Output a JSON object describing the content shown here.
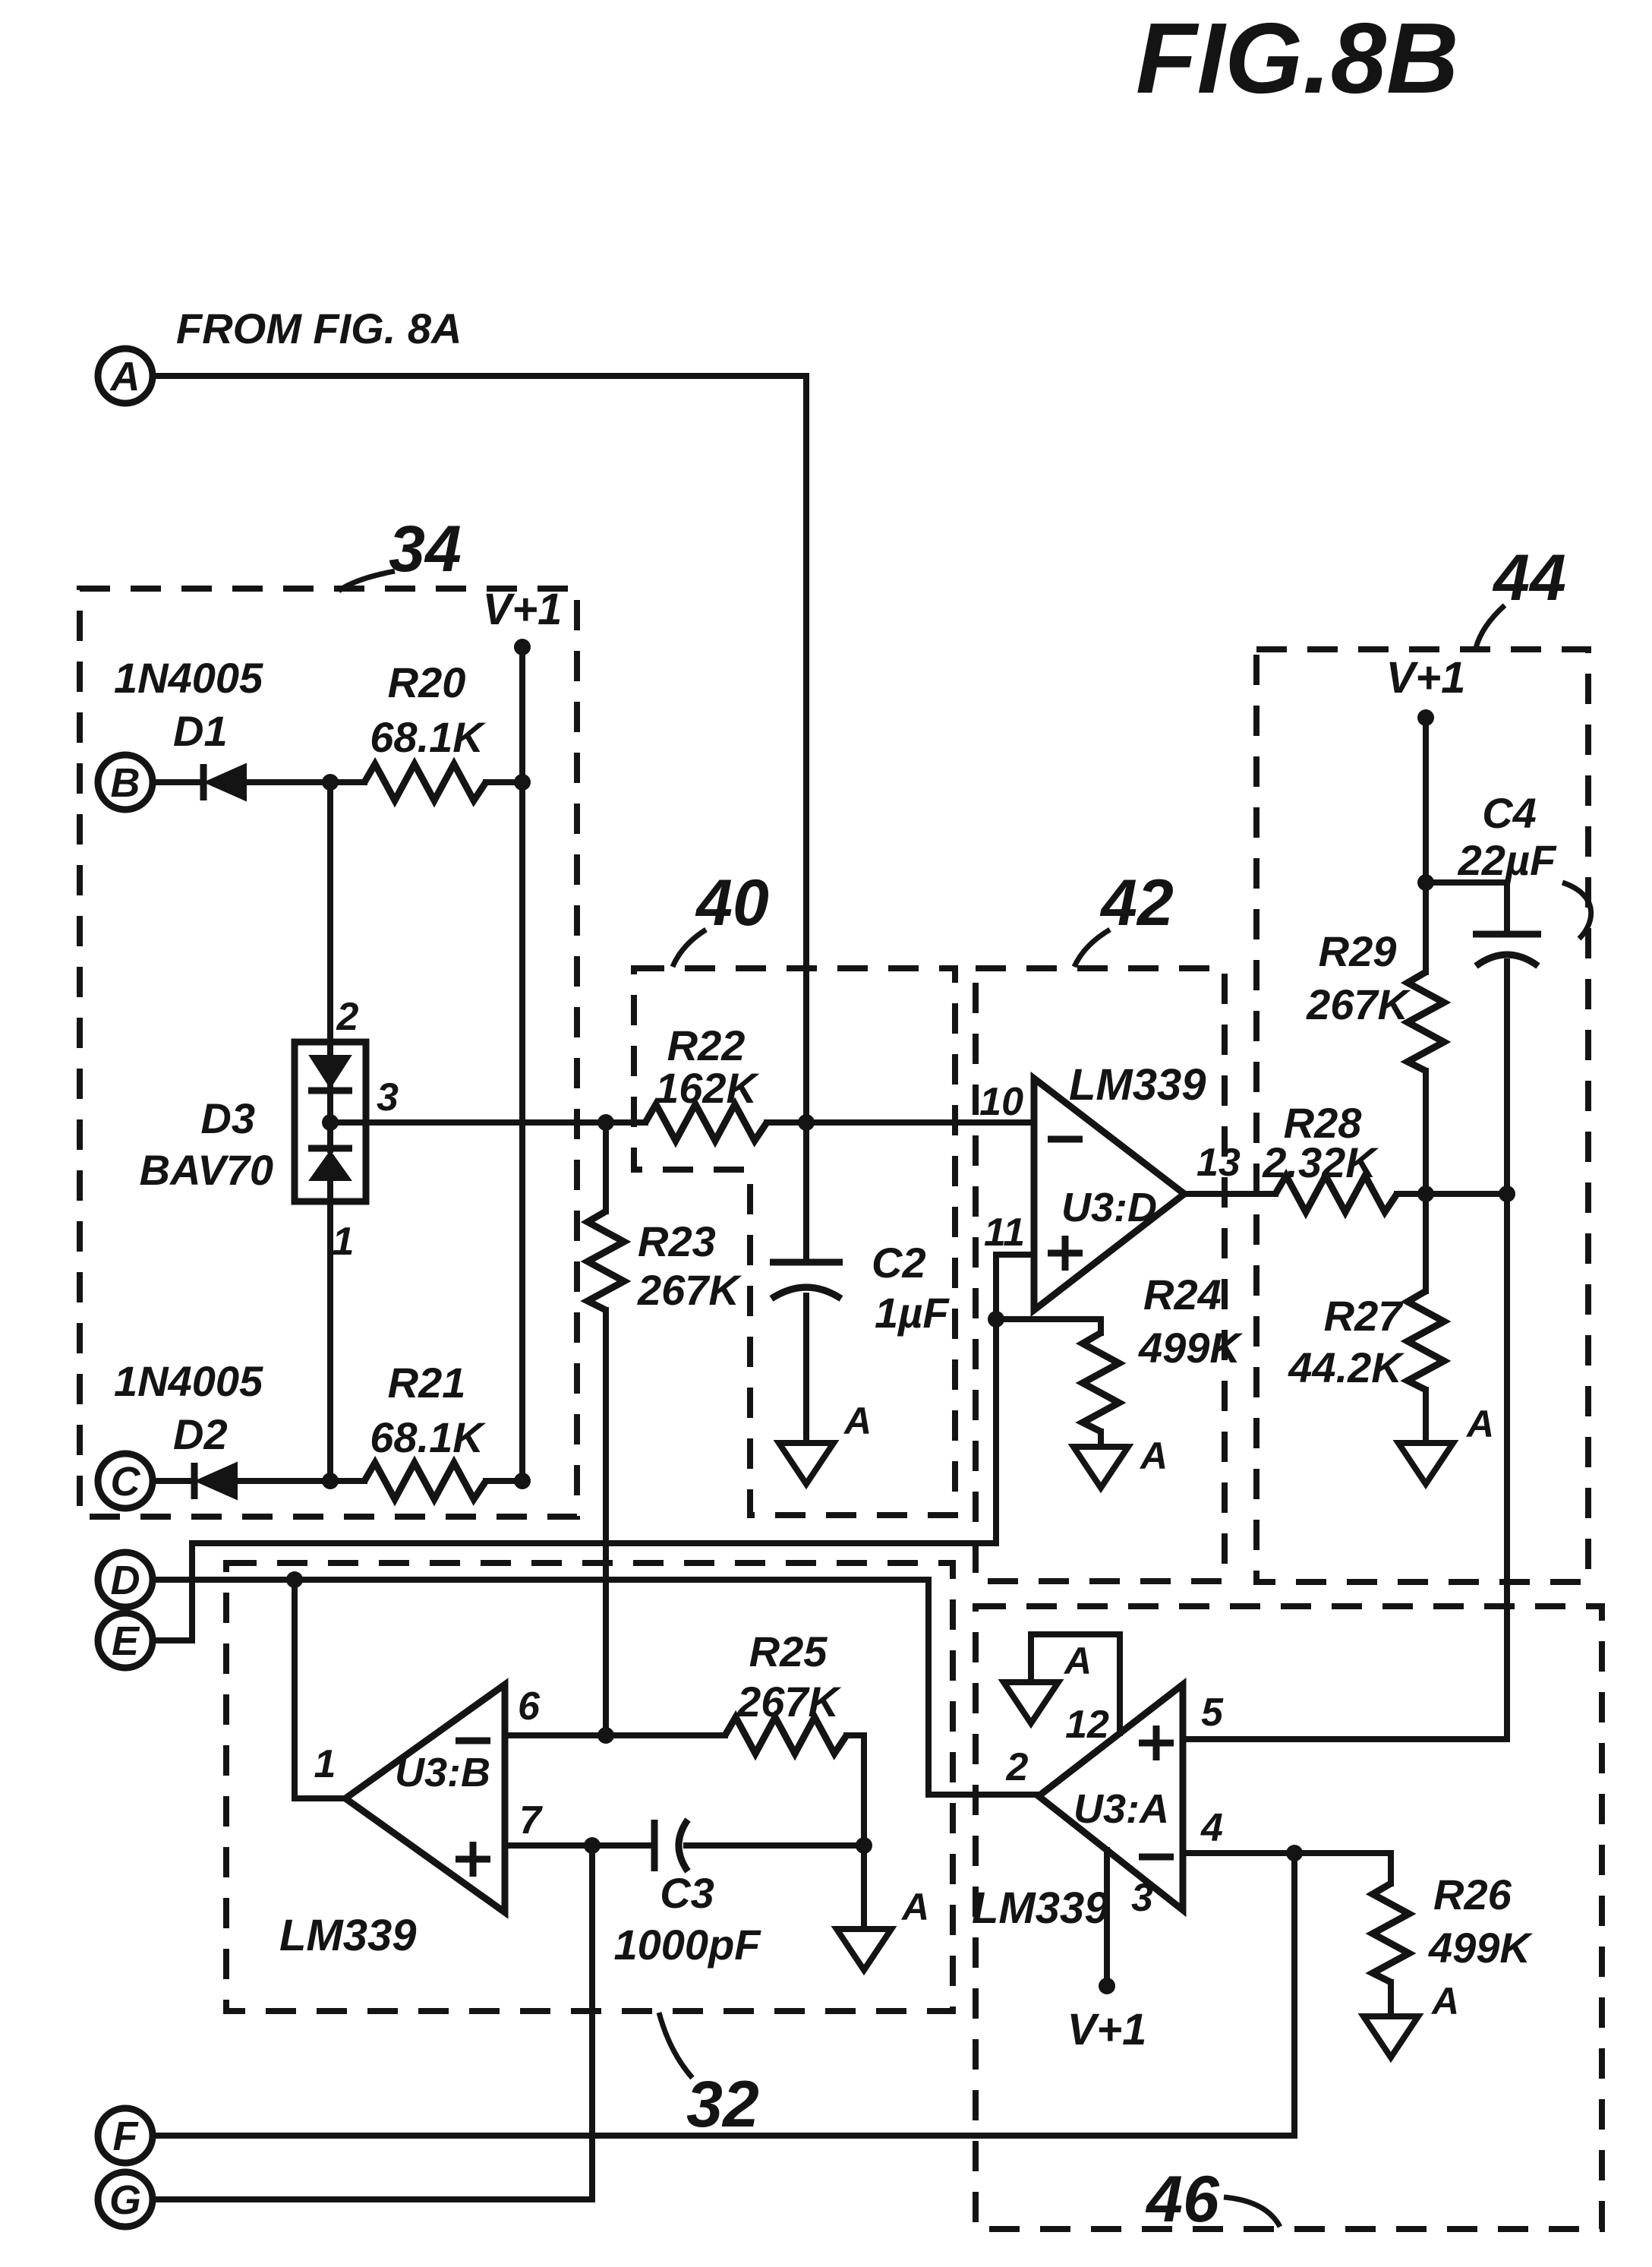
{
  "title": "FIG.8B",
  "note": "FROM FIG. 8A",
  "connectors": {
    "a": "A",
    "b": "B",
    "c": "C",
    "d": "D",
    "e": "E",
    "f": "F",
    "g": "G"
  },
  "blocks": {
    "b34": "34",
    "b40": "40",
    "b42": "42",
    "b44": "44",
    "b32": "32",
    "b46": "46"
  },
  "power": {
    "vplus1": "V+1",
    "gnd": "A"
  },
  "components": {
    "d1": {
      "ref": "D1",
      "part": "1N4005"
    },
    "d2": {
      "ref": "D2",
      "part": "1N4005"
    },
    "d3": {
      "ref": "D3",
      "part": "BAV70",
      "pin1": "1",
      "pin2": "2",
      "pin3": "3"
    },
    "r20": {
      "ref": "R20",
      "value": "68.1K"
    },
    "r21": {
      "ref": "R21",
      "value": "68.1K"
    },
    "r22": {
      "ref": "R22",
      "value": "162K"
    },
    "r23": {
      "ref": "R23",
      "value": "267K"
    },
    "r24": {
      "ref": "R24",
      "value": "499K"
    },
    "r25": {
      "ref": "R25",
      "value": "267K"
    },
    "r26": {
      "ref": "R26",
      "value": "499K"
    },
    "r27": {
      "ref": "R27",
      "value": "44.2K"
    },
    "r28": {
      "ref": "R28",
      "value": "2.32K"
    },
    "r29": {
      "ref": "R29",
      "value": "267K"
    },
    "c2": {
      "ref": "C2",
      "value": "1µF"
    },
    "c3": {
      "ref": "C3",
      "value": "1000pF"
    },
    "c4": {
      "ref": "C4",
      "value": "22µF"
    },
    "u3b": {
      "ref": "U3:B",
      "ic": "LM339",
      "pin_out": "1",
      "pin_minus": "6",
      "pin_plus": "7"
    },
    "u3d": {
      "ref": "U3:D",
      "ic": "LM339",
      "pin_minus": "10",
      "pin_plus": "11",
      "pin_out": "13"
    },
    "u3a": {
      "ref": "U3:A",
      "ic": "LM339",
      "pin_out": "2",
      "pin_gnd": "12",
      "pin_plus": "5",
      "pin_minus": "4",
      "pin_vcc": "3"
    }
  }
}
